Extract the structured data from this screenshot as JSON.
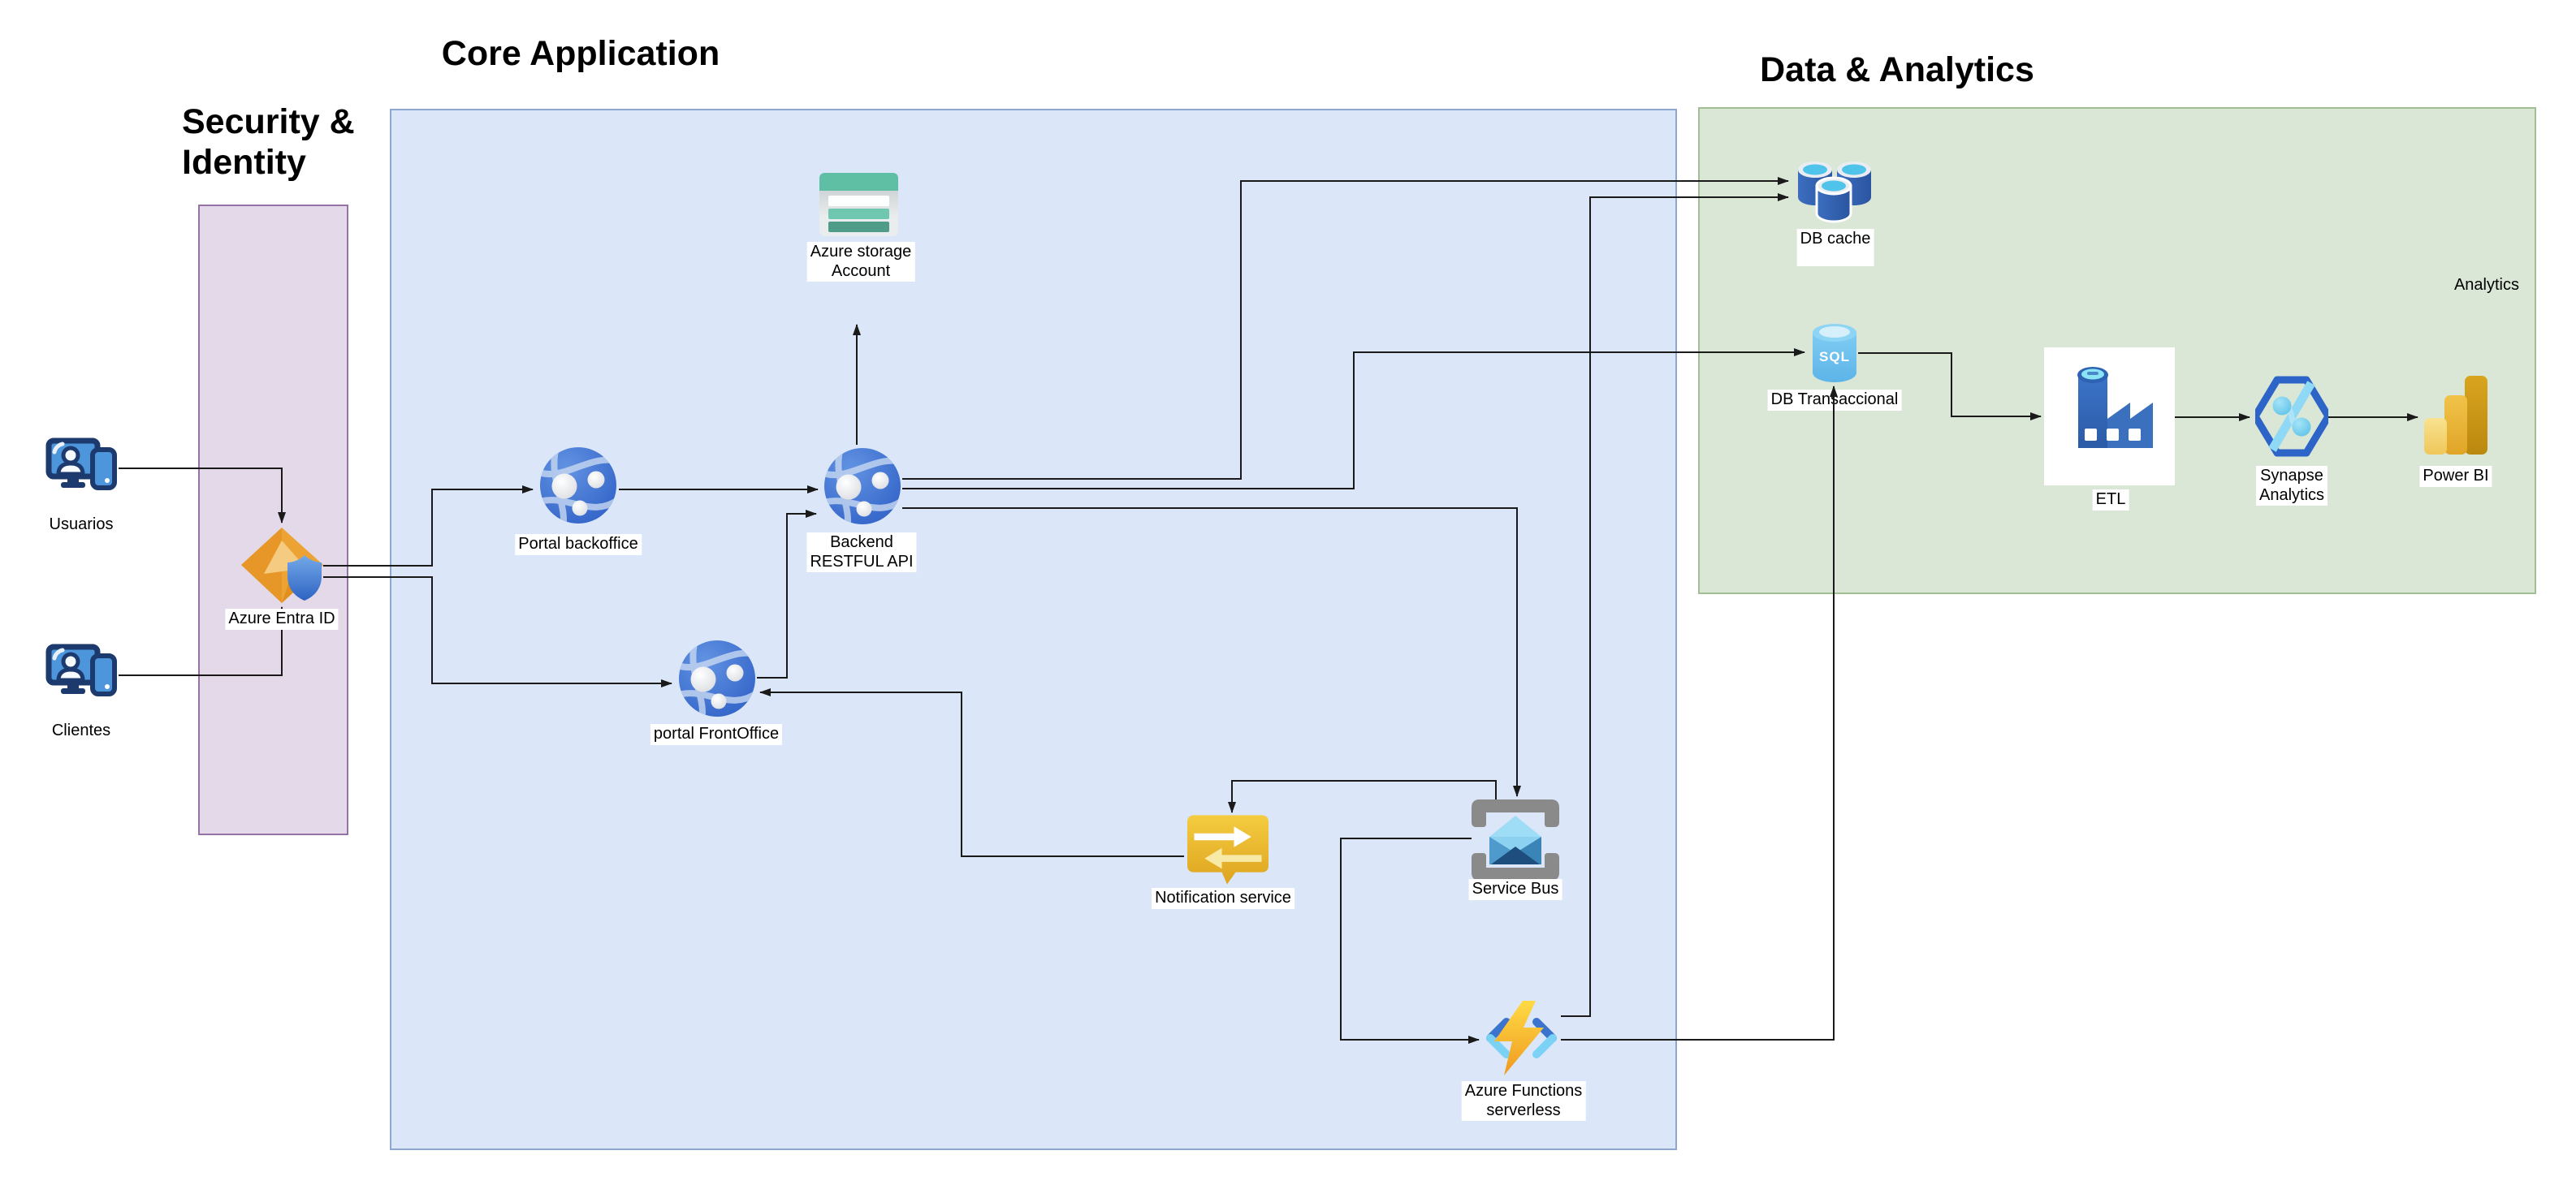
{
  "diagram": {
    "titles": {
      "security": "Security &\nIdentity",
      "core": "Core Application",
      "analytics": "Data & Analytics",
      "analytics_zone_corner": "Analytics"
    },
    "nodes": {
      "usuarios": {
        "label": "Usuarios"
      },
      "clientes": {
        "label": "Clientes"
      },
      "entra": {
        "label": "Azure Entra ID"
      },
      "portal_backoffice": {
        "label": "Portal backoffice"
      },
      "backend_api": {
        "label": "Backend\nRESTFUL API"
      },
      "portal_frontoffice": {
        "label": "portal FrontOffice"
      },
      "storage": {
        "label": "Azure storage\nAccount"
      },
      "notification": {
        "label": "Notification service"
      },
      "service_bus": {
        "label": "Service Bus"
      },
      "functions": {
        "label": "Azure Functions\nserverless"
      },
      "db_cache": {
        "label": "DB cache"
      },
      "db_transaccional": {
        "label": "DB Transaccional",
        "badge": "SQL"
      },
      "etl": {
        "label": "ETL"
      },
      "synapse": {
        "label": "Synapse\nAnalytics"
      },
      "power_bi": {
        "label": "Power BI"
      }
    },
    "colors": {
      "security_zone_fill": "#E3D9E9",
      "security_zone_border": "#9673A6",
      "core_zone_fill": "#DBE7F9",
      "core_zone_border": "#8EA7CF",
      "analytics_zone_fill": "#DAE6D6",
      "analytics_zone_border": "#A3BE93",
      "connector": "#1A1A1A"
    }
  }
}
